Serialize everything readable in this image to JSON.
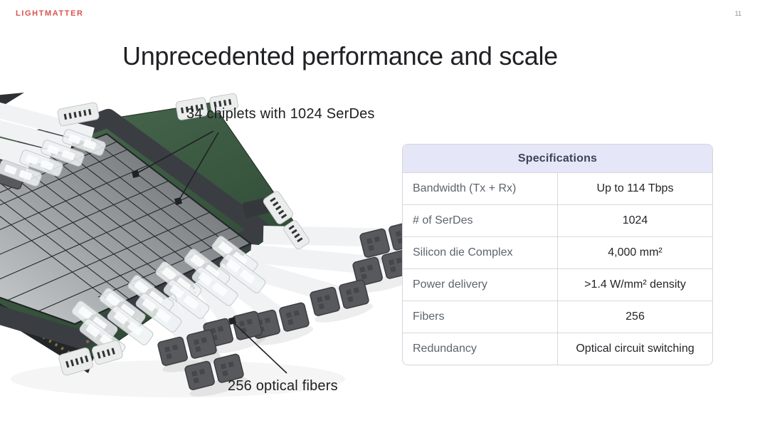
{
  "slide": {
    "brand": "LIGHTMATTER",
    "page_number": "11",
    "title": "Unprecedented performance and scale"
  },
  "figure": {
    "chiplets_annotation": "34 chiplets with 1024 SerDes",
    "fibers_annotation": "256 optical fibers"
  },
  "spec_table": {
    "header": "Specifications",
    "rows": [
      {
        "label": "Bandwidth (Tx + Rx)",
        "value": "Up to 114 Tbps"
      },
      {
        "label": "# of SerDes",
        "value": "1024"
      },
      {
        "label": "Silicon die Complex",
        "value": "4,000 mm²"
      },
      {
        "label": "Power delivery",
        "value": ">1.4 W/mm² density"
      },
      {
        "label": "Fibers",
        "value": "256"
      },
      {
        "label": "Redundancy",
        "value": "Optical circuit switching"
      }
    ]
  },
  "colors": {
    "accent_red": "#d9534b",
    "table_header_bg": "#e5e7f8",
    "pcb_green": "#3c5f43"
  }
}
